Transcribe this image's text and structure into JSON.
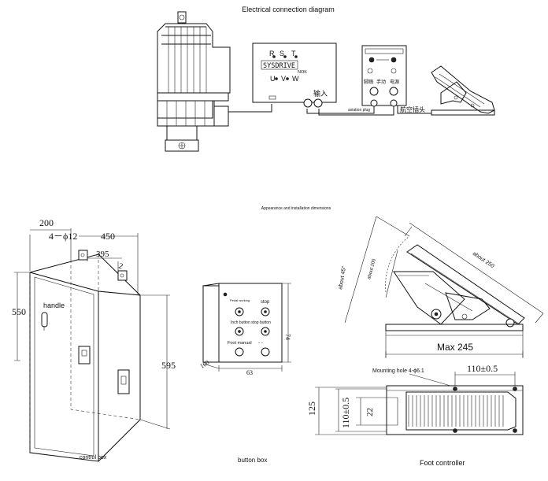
{
  "titles": {
    "electrical": "Electrical connection diagram",
    "appearance": "Appearance and installation dimensions"
  },
  "electrical": {
    "sysdrive_terminals_top": [
      "R",
      "S",
      "T"
    ],
    "sysdrive_label": "SYSDRIVE",
    "sysdrive_terminals_bottom": [
      "U",
      "V",
      "W"
    ],
    "nok_label": "NOK",
    "input_label": "输入",
    "aviation_plug_label": "aviation plug",
    "aviation_plug_cn": "航空插头",
    "ctrl_labels": [
      "脚踏",
      "手动",
      "电源"
    ]
  },
  "control_box": {
    "dim_200": "200",
    "dim_450": "450",
    "dim_hole": "4－ϕ12",
    "dim_395": "395",
    "dim_2": "2",
    "dim_550": "550",
    "dim_595": "595",
    "handle": "handle",
    "caption": "control box"
  },
  "button_box": {
    "pedal_label": "Pedal working",
    "stop": "stop",
    "inch": "Inch button stop button",
    "foot_manual": "Foot manual",
    "dim_74": "74",
    "dim_100": "100",
    "dim_63": "63",
    "caption": "button box"
  },
  "foot_controller": {
    "about_45": "about 45°",
    "about_200": "about 200",
    "about_250": "about 250",
    "max_245": "Max 245",
    "mounting_hole": "Mounting hole 4-ϕ6.1",
    "dim_110_top": "110±0.5",
    "dim_125": "125",
    "dim_110_side": "110±0.5",
    "dim_22": "22",
    "caption": "Foot controller"
  }
}
